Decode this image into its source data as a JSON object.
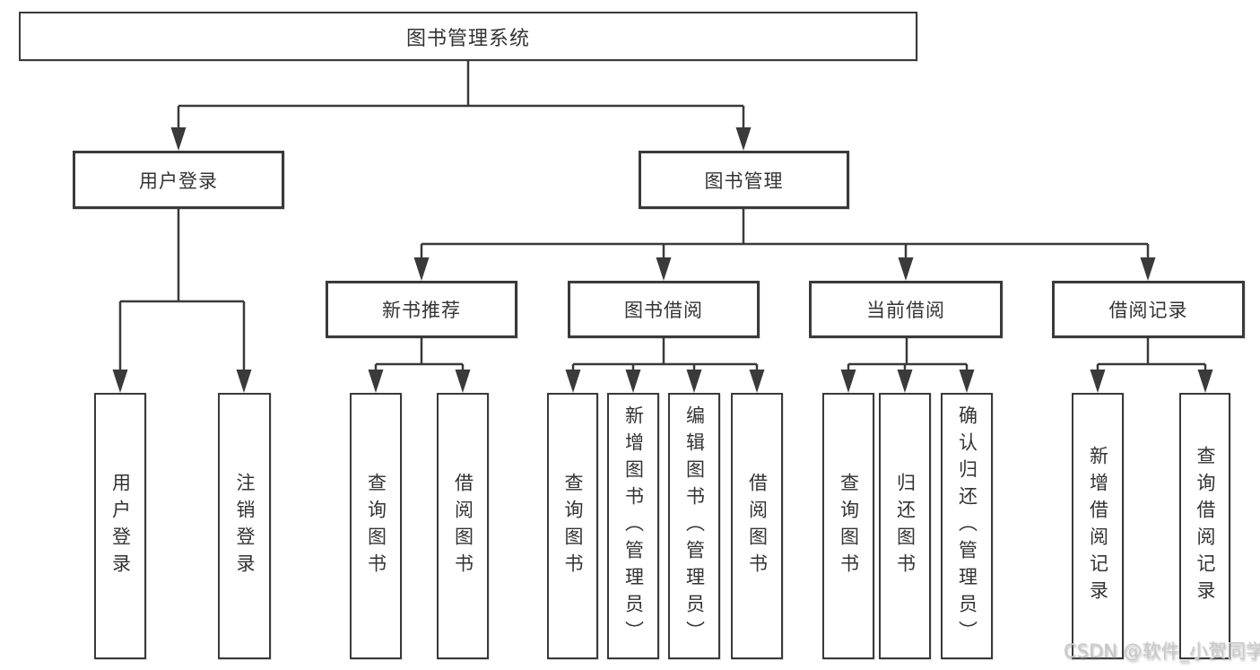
{
  "title": "图书管理系统",
  "watermark": "CSDN @软件_小贺同学",
  "colors": {
    "line": "#3a3a3a",
    "box_border": "#3a3a3a",
    "box_fill": "#ffffff",
    "text": "#333333",
    "watermark_text": "#c9c9c9",
    "background": "#ffffff"
  },
  "tree": {
    "label": "图书管理系统",
    "children": [
      {
        "label": "用户登录",
        "children": [
          {
            "label": "用户登录"
          },
          {
            "label": "注销登录"
          }
        ]
      },
      {
        "label": "图书管理",
        "children": [
          {
            "label": "新书推荐",
            "children": [
              {
                "label": "查询图书"
              },
              {
                "label": "借阅图书"
              }
            ]
          },
          {
            "label": "图书借阅",
            "children": [
              {
                "label": "查询图书"
              },
              {
                "label": "新增图书（管理员）"
              },
              {
                "label": "编辑图书（管理员）"
              },
              {
                "label": "借阅图书"
              }
            ]
          },
          {
            "label": "当前借阅",
            "children": [
              {
                "label": "查询图书"
              },
              {
                "label": "归还图书"
              },
              {
                "label": "确认归还（管理员）"
              }
            ]
          },
          {
            "label": "借阅记录",
            "children": [
              {
                "label": "新增借阅记录"
              },
              {
                "label": "查询借阅记录"
              }
            ]
          }
        ]
      }
    ]
  }
}
